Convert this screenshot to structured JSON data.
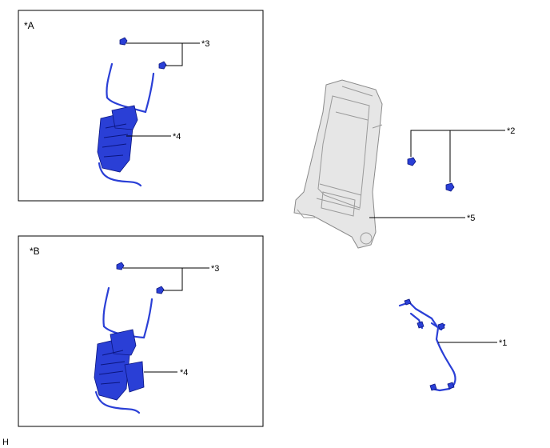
{
  "panels": [
    {
      "label": "*A",
      "callouts": {
        "clip": "*3",
        "heater": "*4"
      }
    },
    {
      "label": "*B",
      "callouts": {
        "clip": "*3",
        "heater": "*4"
      }
    }
  ],
  "callouts": {
    "wire_harness": "*1",
    "clips": "*2",
    "seatback_frame": "*5"
  },
  "footer_code": "H",
  "colors": {
    "part_highlight": "#2a3fd6",
    "frame_gray": "#e6e6e6",
    "line": "#000000"
  }
}
